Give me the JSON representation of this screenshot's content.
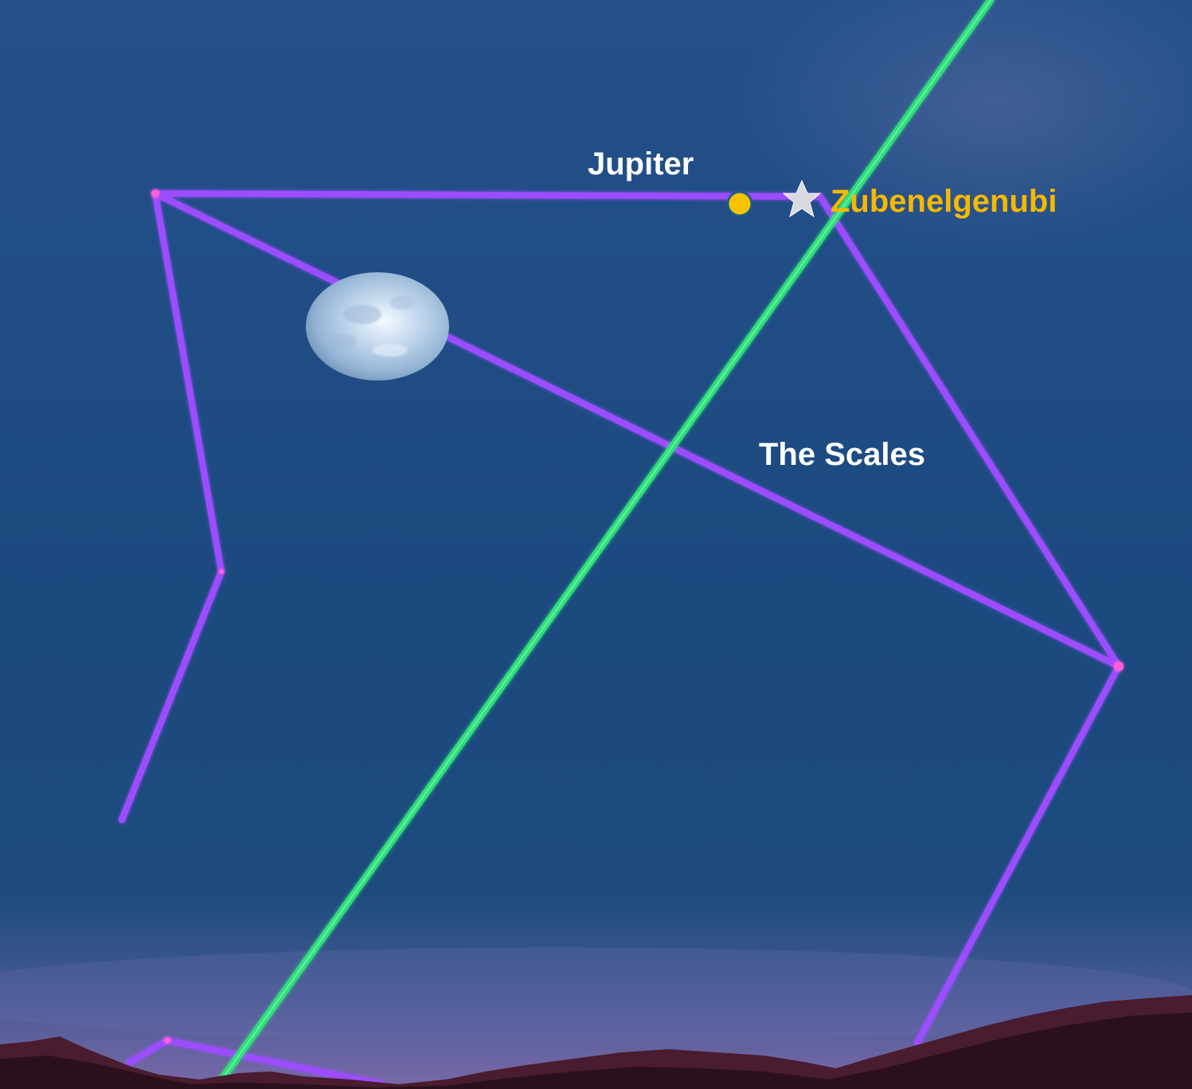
{
  "labels": {
    "planet": "Jupiter",
    "star": "Zubenelgenubi",
    "constellation": "The Scales"
  },
  "colors": {
    "sky_top": "#24508a",
    "sky_bottom": "#184878",
    "horizon_glow": "#7a6aa8",
    "ground": "#3a1626",
    "constellation_line": "#9b4dff",
    "ecliptic_line": "#2fe07a",
    "planet_label": "#ffffff",
    "star_label": "#f6b800",
    "constellation_label": "#ffffff",
    "planet_fill": "#f6c400",
    "star_fill": "#d8d8e0",
    "moon_fill": "#b9d3ee"
  },
  "icons": {
    "planet": "jupiter-dot-icon",
    "star": "star-icon",
    "moon": "moon-icon"
  }
}
